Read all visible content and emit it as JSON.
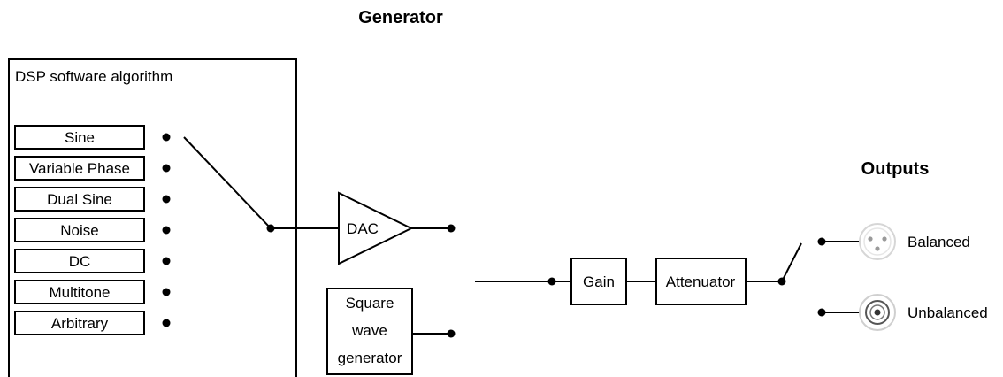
{
  "title": "Generator",
  "dsp": {
    "label": "DSP software algorithm",
    "sources": [
      "Sine",
      "Variable Phase",
      "Dual Sine",
      "Noise",
      "DC",
      "Multitone",
      "Arbitrary"
    ]
  },
  "dac_label": "DAC",
  "square_wave": [
    "Square",
    "wave",
    "generator"
  ],
  "gain_label": "Gain",
  "attenuator_label": "Attenuator",
  "outputs": {
    "title": "Outputs",
    "balanced_label": "Balanced",
    "unbalanced_label": "Unbalanced"
  }
}
